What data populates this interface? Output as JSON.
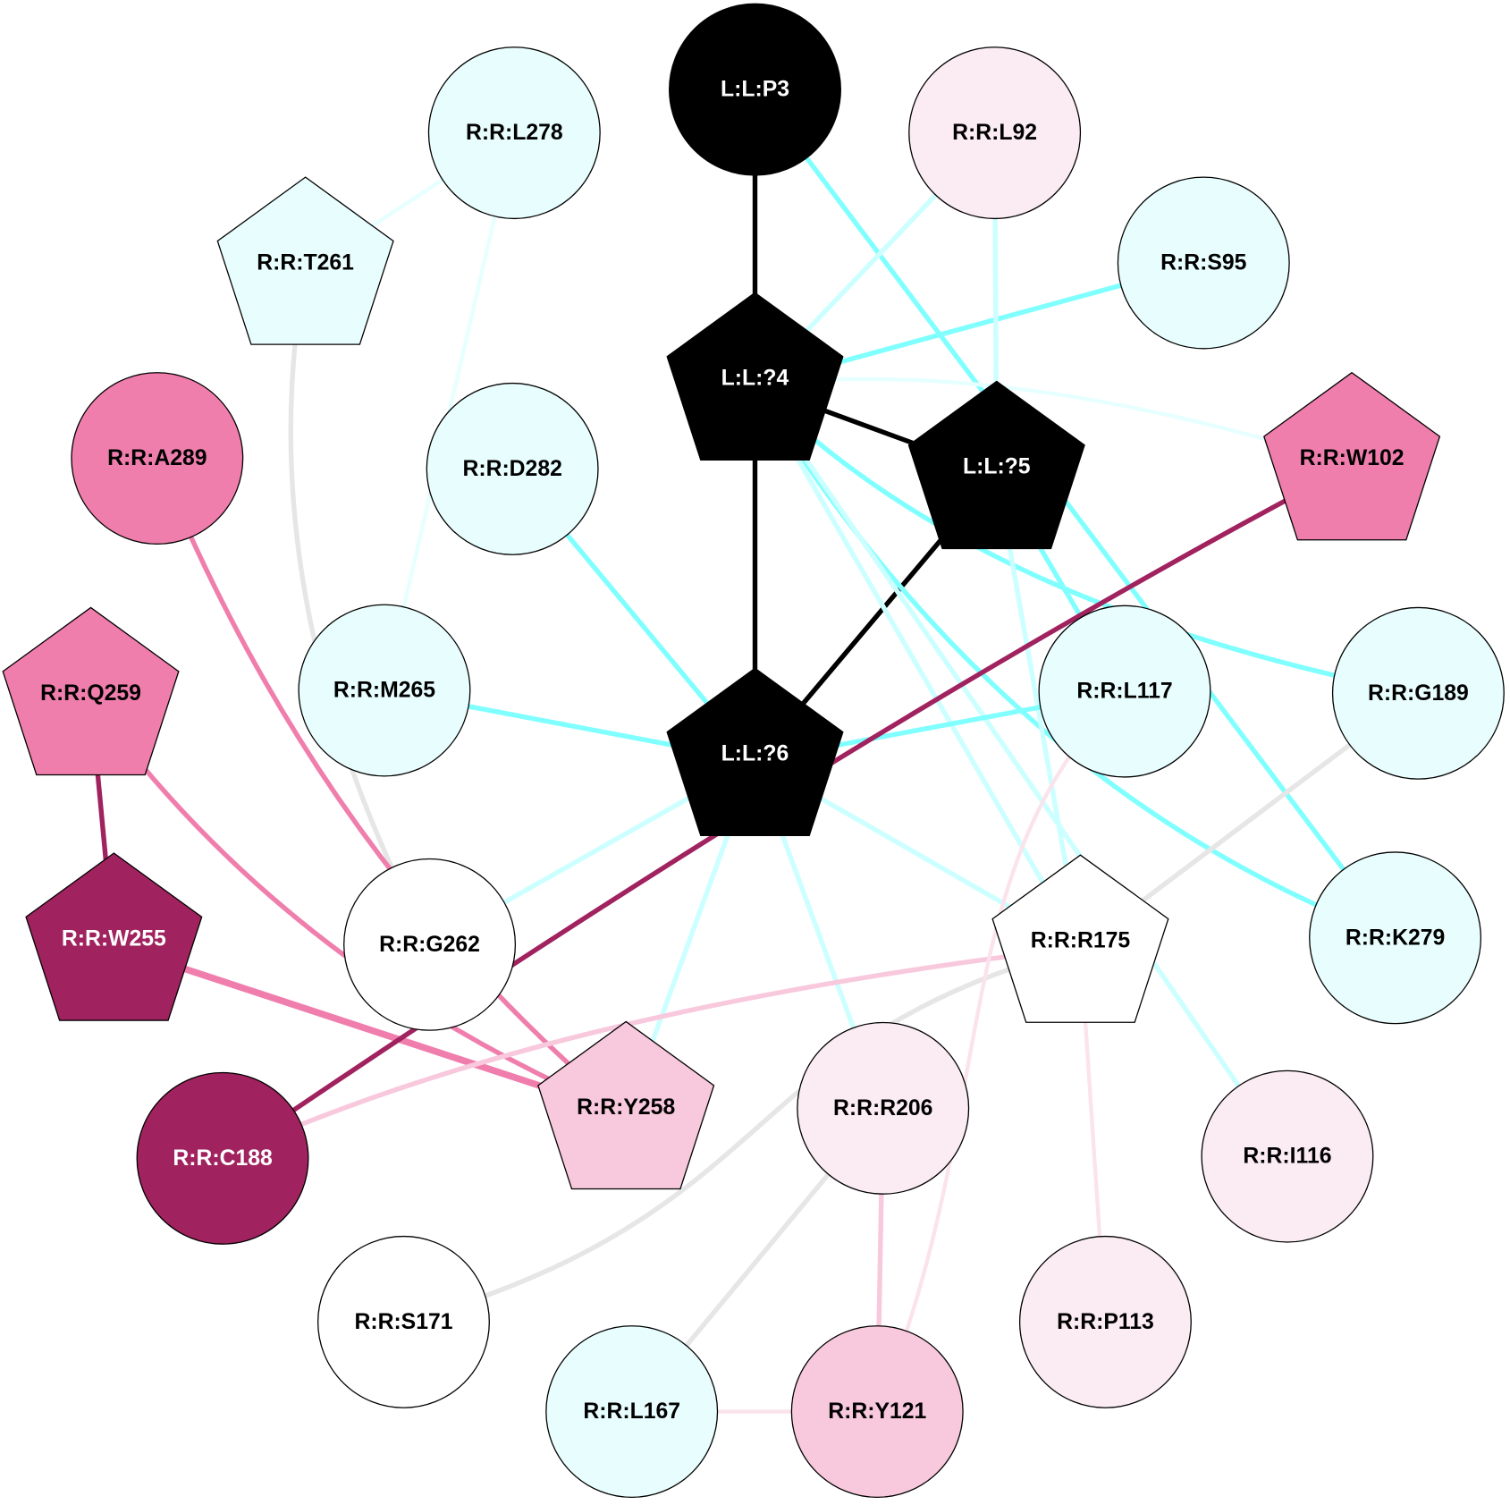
{
  "graph": {
    "nodes": [
      {
        "id": "P3",
        "label": "L:L:P3",
        "shape": "circle",
        "fill": "#000000",
        "text": "#ffffff"
      },
      {
        "id": "L4",
        "label": "L:L:?4",
        "shape": "pentagon",
        "fill": "#000000",
        "text": "#ffffff"
      },
      {
        "id": "L5",
        "label": "L:L:?5",
        "shape": "pentagon",
        "fill": "#000000",
        "text": "#ffffff"
      },
      {
        "id": "L6",
        "label": "L:L:?6",
        "shape": "pentagon",
        "fill": "#000000",
        "text": "#ffffff"
      },
      {
        "id": "L92",
        "label": "R:R:L92",
        "shape": "circle",
        "fill": "#fbebf2",
        "text": "#000000"
      },
      {
        "id": "S95",
        "label": "R:R:S95",
        "shape": "circle",
        "fill": "#e8fdfd",
        "text": "#000000"
      },
      {
        "id": "W102",
        "label": "R:R:W102",
        "shape": "pentagon",
        "fill": "#f07ead",
        "text": "#000000"
      },
      {
        "id": "G189",
        "label": "R:R:G189",
        "shape": "circle",
        "fill": "#e8fdfd",
        "text": "#000000"
      },
      {
        "id": "K279",
        "label": "R:R:K279",
        "shape": "circle",
        "fill": "#e8fdfd",
        "text": "#000000"
      },
      {
        "id": "I116",
        "label": "R:R:I116",
        "shape": "circle",
        "fill": "#fbebf2",
        "text": "#000000"
      },
      {
        "id": "P113",
        "label": "R:R:P113",
        "shape": "circle",
        "fill": "#fbebf2",
        "text": "#000000"
      },
      {
        "id": "Y121",
        "label": "R:R:Y121",
        "shape": "circle",
        "fill": "#f8c8dc",
        "text": "#000000"
      },
      {
        "id": "L167",
        "label": "R:R:L167",
        "shape": "circle",
        "fill": "#e8fdfd",
        "text": "#000000"
      },
      {
        "id": "S171",
        "label": "R:R:S171",
        "shape": "circle",
        "fill": "#ffffff",
        "text": "#000000"
      },
      {
        "id": "C188",
        "label": "R:R:C188",
        "shape": "circle",
        "fill": "#a0225e",
        "text": "#ffffff"
      },
      {
        "id": "W255",
        "label": "R:R:W255",
        "shape": "pentagon",
        "fill": "#a0225e",
        "text": "#ffffff"
      },
      {
        "id": "Q259",
        "label": "R:R:Q259",
        "shape": "pentagon",
        "fill": "#f07ead",
        "text": "#000000"
      },
      {
        "id": "A289",
        "label": "R:R:A289",
        "shape": "circle",
        "fill": "#f07ead",
        "text": "#000000"
      },
      {
        "id": "T261",
        "label": "R:R:T261",
        "shape": "pentagon",
        "fill": "#e8fdfd",
        "text": "#000000"
      },
      {
        "id": "L278",
        "label": "R:R:L278",
        "shape": "circle",
        "fill": "#e8fdfd",
        "text": "#000000"
      },
      {
        "id": "D282",
        "label": "R:R:D282",
        "shape": "circle",
        "fill": "#e8fdfd",
        "text": "#000000"
      },
      {
        "id": "M265",
        "label": "R:R:M265",
        "shape": "circle",
        "fill": "#e8fdfd",
        "text": "#000000"
      },
      {
        "id": "G262",
        "label": "R:R:G262",
        "shape": "circle",
        "fill": "#ffffff",
        "text": "#000000"
      },
      {
        "id": "Y258",
        "label": "R:R:Y258",
        "shape": "pentagon",
        "fill": "#f8c8dc",
        "text": "#000000"
      },
      {
        "id": "R206",
        "label": "R:R:R206",
        "shape": "circle",
        "fill": "#fbebf2",
        "text": "#000000"
      },
      {
        "id": "R175",
        "label": "R:R:R175",
        "shape": "pentagon",
        "fill": "#ffffff",
        "text": "#000000"
      },
      {
        "id": "L117",
        "label": "R:R:L117",
        "shape": "circle",
        "fill": "#e8fdfd",
        "text": "#000000"
      }
    ],
    "edges": [
      {
        "s": "P3",
        "t": "L4",
        "color": "#000000"
      },
      {
        "s": "L4",
        "t": "L5",
        "color": "#000000"
      },
      {
        "s": "L4",
        "t": "L6",
        "color": "#000000"
      },
      {
        "s": "L5",
        "t": "L6",
        "color": "#000000"
      },
      {
        "s": "P3",
        "t": "K279",
        "color": "#80ffff"
      },
      {
        "s": "L4",
        "t": "S95",
        "color": "#80ffff"
      },
      {
        "s": "L4",
        "t": "L92",
        "color": "#ccffff"
      },
      {
        "s": "L4",
        "t": "W102",
        "color": "#e6ffff"
      },
      {
        "s": "L4",
        "t": "G189",
        "color": "#80ffff"
      },
      {
        "s": "L4",
        "t": "K279",
        "color": "#80ffff"
      },
      {
        "s": "L4",
        "t": "R175",
        "color": "#ccffff"
      },
      {
        "s": "L4",
        "t": "I116",
        "color": "#ccffff"
      },
      {
        "s": "L92",
        "t": "L5",
        "color": "#ccffff"
      },
      {
        "s": "L5",
        "t": "L117",
        "color": "#80ffff"
      },
      {
        "s": "L5",
        "t": "R175",
        "color": "#ccffff"
      },
      {
        "s": "L6",
        "t": "D282",
        "color": "#80ffff"
      },
      {
        "s": "L6",
        "t": "M265",
        "color": "#80ffff"
      },
      {
        "s": "L6",
        "t": "L117",
        "color": "#80ffff"
      },
      {
        "s": "L6",
        "t": "G262",
        "color": "#ccffff"
      },
      {
        "s": "L6",
        "t": "Y258",
        "color": "#ccffff"
      },
      {
        "s": "L6",
        "t": "R206",
        "color": "#ccffff"
      },
      {
        "s": "L6",
        "t": "R175",
        "color": "#ccffff"
      },
      {
        "s": "L278",
        "t": "T261",
        "color": "#e6ffff"
      },
      {
        "s": "L278",
        "t": "M265",
        "color": "#e6ffff"
      },
      {
        "s": "T261",
        "t": "G262",
        "color": "#e6e6e6"
      },
      {
        "s": "A289",
        "t": "Y258",
        "color": "#f07ead"
      },
      {
        "s": "Q259",
        "t": "W255",
        "color": "#a0225e"
      },
      {
        "s": "Q259",
        "t": "Y258",
        "color": "#f07ead"
      },
      {
        "s": "W255",
        "t": "Y258",
        "color": "#f07ead"
      },
      {
        "s": "W102",
        "t": "C188",
        "color": "#a0225e"
      },
      {
        "s": "R175",
        "t": "C188",
        "color": "#f8c8dc"
      },
      {
        "s": "R175",
        "t": "S171",
        "color": "#e6e6e6"
      },
      {
        "s": "R175",
        "t": "P113",
        "color": "#fbe3ec"
      },
      {
        "s": "R175",
        "t": "G189",
        "color": "#e6e6e6"
      },
      {
        "s": "L117",
        "t": "Y121",
        "color": "#fbe3ec"
      },
      {
        "s": "R206",
        "t": "Y121",
        "color": "#f8c8dc"
      },
      {
        "s": "R206",
        "t": "L167",
        "color": "#e6e6e6"
      },
      {
        "s": "L167",
        "t": "Y121",
        "color": "#fbe3ec"
      }
    ]
  }
}
